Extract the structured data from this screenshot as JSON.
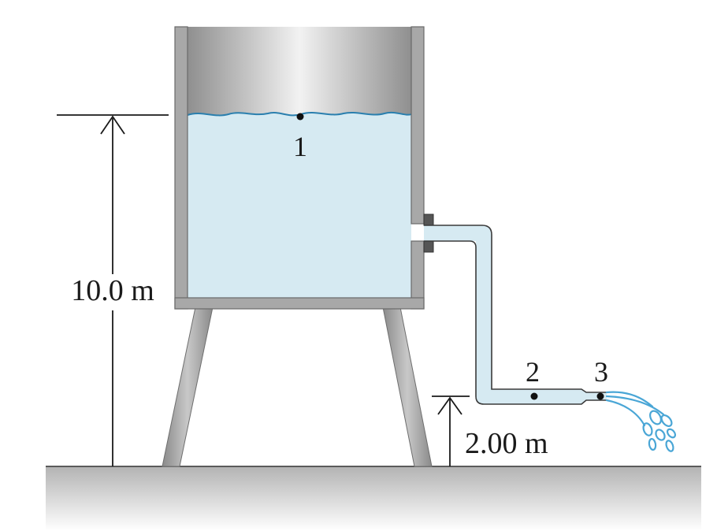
{
  "diagram": {
    "tank_height_label": "10.0 m",
    "outlet_height_label": "2.00 m",
    "points": [
      {
        "label": "1"
      },
      {
        "label": "2"
      },
      {
        "label": "3"
      }
    ],
    "colors": {
      "water": "#d6eaf2",
      "water_surface": "#2a7fae",
      "wall": "#a8a8a8",
      "wall_dark": "#7a7a7a",
      "ground": "#b8b8b8",
      "pipe_water": "#d6eaf2",
      "spray": "#4aa6d6"
    }
  }
}
